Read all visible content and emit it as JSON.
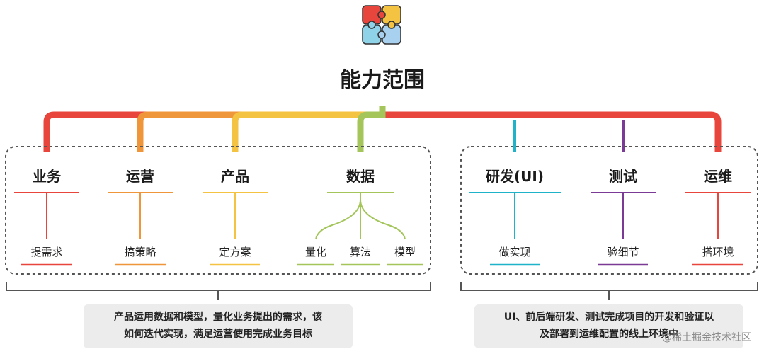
{
  "title": "能力范围",
  "icon": "puzzle-icon",
  "colors": {
    "red": "#e8453c",
    "orange": "#f0963a",
    "yellow": "#f5c342",
    "green": "#a3c55a",
    "cyan": "#1fb3c9",
    "purple": "#7b3a96",
    "summary_bg": "#ececec"
  },
  "left_group": {
    "categories": [
      {
        "label": "业务",
        "subs": [
          "提需求"
        ]
      },
      {
        "label": "运营",
        "subs": [
          "搞策略"
        ]
      },
      {
        "label": "产品",
        "subs": [
          "定方案"
        ]
      },
      {
        "label": "数据",
        "subs": [
          "量化",
          "算法",
          "模型"
        ]
      }
    ],
    "summary_lines": [
      "产品运用数据和模型，量化业务提出的需求，该",
      "如何迭代实现，满足运营使用完成业务目标"
    ]
  },
  "right_group": {
    "categories": [
      {
        "label": "研发(UI)",
        "subs": [
          "做实现"
        ]
      },
      {
        "label": "测试",
        "subs": [
          "验细节"
        ]
      },
      {
        "label": "运维",
        "subs": [
          "搭环境"
        ]
      }
    ],
    "summary_lines": [
      "UI、前后端研发、测试完成项目的开发和验证以",
      "及部署到运维配置的线上环境中"
    ]
  },
  "watermark": "@稀土掘金技术社区"
}
